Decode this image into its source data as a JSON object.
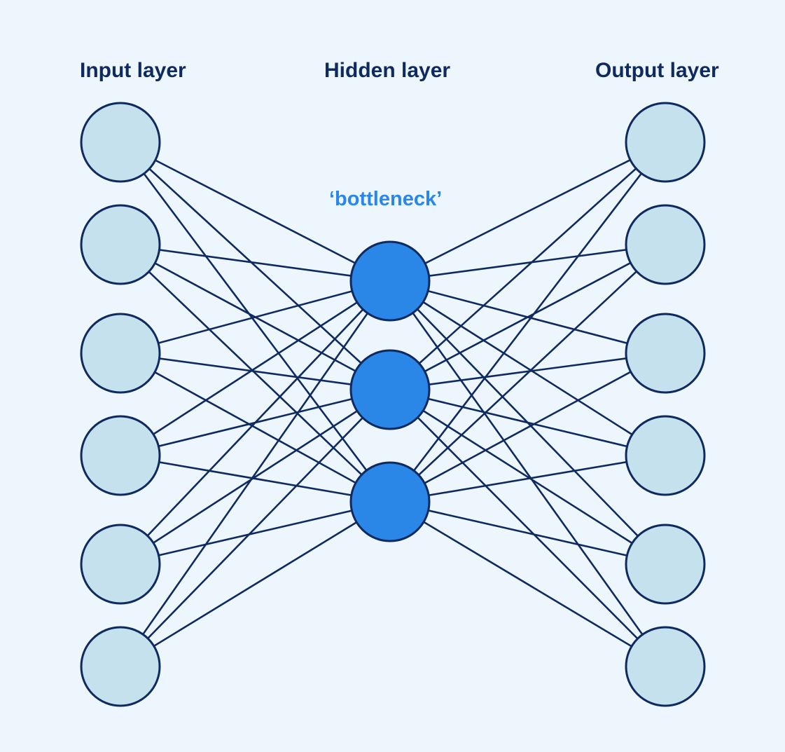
{
  "layers": {
    "input": {
      "label": "Input layer",
      "count": 6
    },
    "hidden": {
      "label": "Hidden layer",
      "count": 3,
      "annotation": "‘bottleneck’"
    },
    "output": {
      "label": "Output layer",
      "count": 6
    }
  },
  "connections": "fully-connected",
  "colors": {
    "background": "#eef6fd",
    "node_fill": "#c5e1ee",
    "node_stroke": "#0e2a5e",
    "hidden_fill": "#2a87e8",
    "edge": "#0e2a5e",
    "label": "#0e2a5e",
    "annotation": "#2a87e8"
  }
}
